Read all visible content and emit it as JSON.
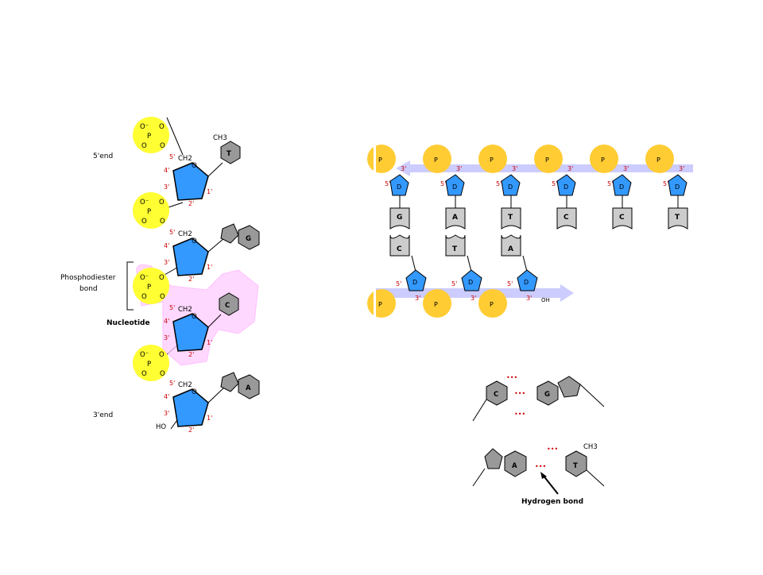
{
  "colors": {
    "phosphate": "#ffff33",
    "phosphate_right": "#ffcc33",
    "sugar": "#3399ff",
    "base_gray": "#999999",
    "base_light": "#cccccc",
    "highlight": "#ffccff",
    "arrow": "#ccccff",
    "prime": "#cc0000"
  },
  "left": {
    "end5": "5'end",
    "end3": "3'end",
    "phosphodiester": [
      "Phosphodiester",
      "bond"
    ],
    "nucleotide": "Nucleotide",
    "bases": [
      "T",
      "G",
      "C",
      "A"
    ],
    "phosphorus": "P",
    "sugar_carbons": [
      "4'",
      "3'",
      "2'",
      "1'",
      "5'"
    ],
    "methyl": "CH3",
    "ch2": "CH2",
    "ho": "HO"
  },
  "right": {
    "strand_top_bases": [
      "G",
      "A",
      "T",
      "C",
      "C",
      "T"
    ],
    "strand_bottom_bases": [
      "C",
      "T",
      "A"
    ],
    "sugar_label": "D",
    "oh": "OH",
    "primes": [
      "3'",
      "5'"
    ]
  },
  "pairs": {
    "pair1": [
      "C",
      "G"
    ],
    "pair2": [
      "A",
      "T"
    ],
    "hydrogen_bond_label": "Hydrogen bond",
    "methyl": "CH3"
  }
}
